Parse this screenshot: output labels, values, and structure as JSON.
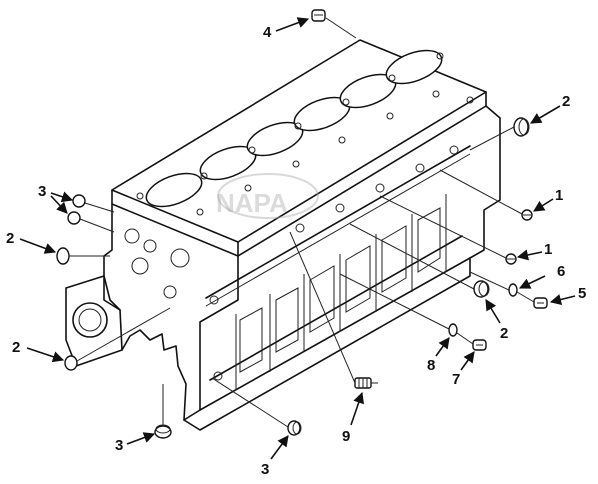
{
  "diagram": {
    "callouts": [
      {
        "id": "c4-top",
        "label": "4"
      },
      {
        "id": "c2-right-top",
        "label": "2"
      },
      {
        "id": "c1-upper",
        "label": "1"
      },
      {
        "id": "c1-lower",
        "label": "1"
      },
      {
        "id": "c6",
        "label": "6"
      },
      {
        "id": "c5",
        "label": "5"
      },
      {
        "id": "c2-right-mid",
        "label": "2"
      },
      {
        "id": "c8",
        "label": "8"
      },
      {
        "id": "c7",
        "label": "7"
      },
      {
        "id": "c9",
        "label": "9"
      },
      {
        "id": "c3-bottom-left",
        "label": "3"
      },
      {
        "id": "c3-bottom",
        "label": "3"
      },
      {
        "id": "c3-left-top",
        "label": "3"
      },
      {
        "id": "c2-left-mid",
        "label": "2"
      },
      {
        "id": "c2-left-low",
        "label": "2"
      }
    ]
  },
  "watermark": {
    "icon": "brand-logo-watermark"
  }
}
